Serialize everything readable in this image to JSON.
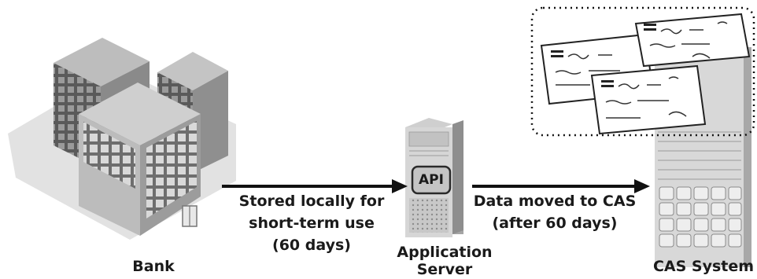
{
  "nodes": {
    "bank": {
      "label": "Bank"
    },
    "app_server": {
      "label_line1": "Application",
      "label_line2": "Server",
      "badge": "API"
    },
    "cas": {
      "label": "CAS System"
    }
  },
  "edges": {
    "bank_to_server": {
      "line1": "Stored locally for",
      "line2": "short-term use",
      "line3": "(60 days)"
    },
    "server_to_cas": {
      "line1": "Data moved to CAS",
      "line2": "(after 60 days)"
    }
  }
}
